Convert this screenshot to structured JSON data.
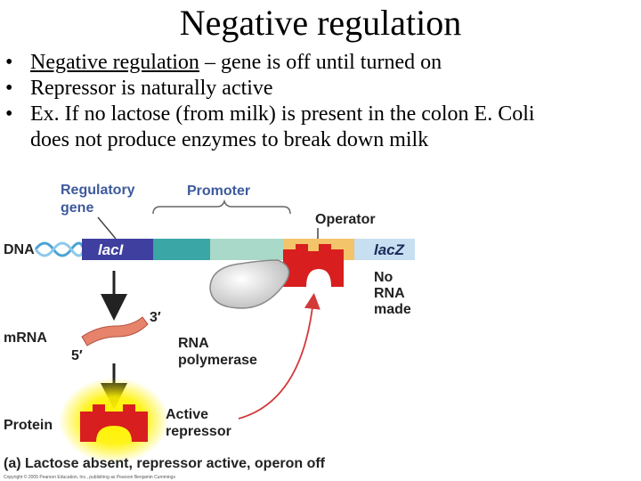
{
  "title": "Negative regulation",
  "bullets": {
    "b1_term": "Negative regulation",
    "b1_rest": " – gene is off until turned on",
    "b2": "Repressor is naturally active",
    "b3_line1": "Ex. If no lactose (from milk) is present in the colon E. Coli",
    "b3_line2": "does not produce enzymes to break down milk",
    "marker": "•"
  },
  "diagram": {
    "regulatory_gene_line1": "Regulatory",
    "regulatory_gene_line2": "gene",
    "promoter": "Promoter",
    "operator": "Operator",
    "dna": "DNA",
    "laci": "lacI",
    "lacz": "lacZ",
    "no_rna_line1": "No",
    "no_rna_line2": "RNA",
    "no_rna_line3": "made",
    "mrna": "mRNA",
    "three_prime": "3′",
    "five_prime": "5′",
    "rna_pol_line1": "RNA",
    "rna_pol_line2": "polymerase",
    "protein": "Protein",
    "active_rep_line1": "Active",
    "active_rep_line2": "repressor",
    "caption": "(a) Lactose absent, repressor active, operon off",
    "copyright": "Copyright © 2005 Pearson Education, Inc., publishing as Pearson Benjamin Cummings"
  },
  "colors": {
    "laci": "#3f3fa0",
    "promoter_teal": "#3aa6a6",
    "promoter_light": "#a9d9c8",
    "operator": "#f3c46a",
    "lacz": "#c7dff0",
    "repressor": "#d81e1e",
    "mrna": "#e8836b",
    "glow": "#fff200",
    "arrow_red": "#d23a3a"
  }
}
